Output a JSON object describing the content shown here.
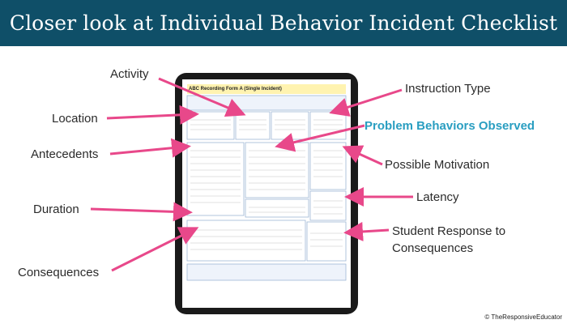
{
  "banner": {
    "title": "Closer look at Individual Behavior Incident Checklist"
  },
  "labels": {
    "activity": "Activity",
    "location": "Location",
    "antecedents": "Antecedents",
    "duration": "Duration",
    "consequences": "Consequences",
    "instruction_type": "Instruction Type",
    "problem_behaviors": "Problem Behaviors Observed",
    "possible_motivation": "Possible Motivation",
    "latency": "Latency",
    "student_response": "Student Response to Consequences"
  },
  "form": {
    "title": "ABC Recording Form A (Single Incident)"
  },
  "credit": "© TheResponsiveEducator",
  "colors": {
    "banner": "#0f4f68",
    "arrow": "#e8488a",
    "teal": "#2a9ec1"
  }
}
